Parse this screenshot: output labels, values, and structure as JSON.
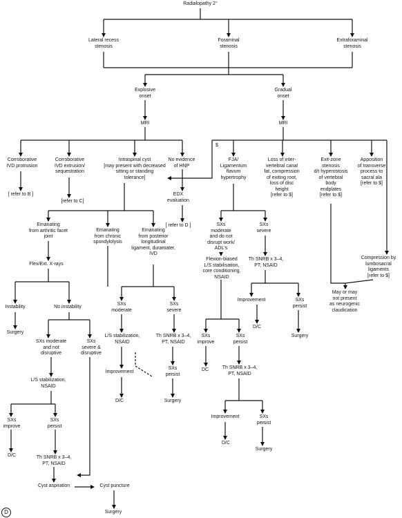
{
  "panel": "D",
  "dollar_mark": "$",
  "colors": {
    "line": "#111111",
    "background": "#ffffff"
  },
  "nodes": {
    "root": "Radialopathy 2°",
    "lateral": "Lateral recess\nstenosis",
    "foraminal": "Foraminal\nstenosis",
    "extraforaminal": "Extraforaminal\nstenosis",
    "explosive": "Explosive\nonset",
    "gradual": "Gradual\nonset",
    "mri_left": "MRI",
    "mri_right": "MRI",
    "corr_ivd_protrusion": "Corroborative\nIVD protrusion",
    "refer_b": "[ refer to B ]",
    "corr_ivd_extrusion": "Corroborative\nIVD extrusion/\nsequestration",
    "refer_c": "[refer to C]",
    "intraspinal_cyst": "Intraspinal cyst\n[may present with decreased\nsitting or standing\ntolerance]",
    "no_hnp": "No evidence\nof HNP",
    "edx": "EDX\nevaluation",
    "refer_d": "[ refer to D ]",
    "facet": "Emanating\nfrom arthritic facet\njoint",
    "spondylolysis": "Emanating\nfrom chronic\nspondylolysis",
    "posterior_lig": "Emanating\nfrom posterior\nlongitudinal\nligament, duramater,\nIVD",
    "flex_ext": "Flex/Ext. X-rays",
    "instability": "Instability",
    "surgery_instab": "Surgery",
    "no_instability": "No instability",
    "sx_mod_nd": "SXs moderate\nand not\ndisruptive",
    "sx_severe_d": "SXs\nsevere &\ndisruptive",
    "ls_stab_nsaid_a": "L/S stabilization,\nNSAID",
    "sx_improve_a": "SXs\nimprove",
    "sx_persist_a": "SXs\npersist",
    "dc_a": "D/C",
    "th_snrb_a": "Th SNRB x 3–4,\nPT, NSAID",
    "cyst_aspiration": "Cyst aspiration",
    "cyst_puncture": "Cyst puncture",
    "surgery_cyst": "Surgery",
    "sx_moderate_mid": "SXs\nmoderate",
    "sx_severe_mid": "SXs\nsevere",
    "ls_stab_nsaid_b": "L/S stabilization,\nNSAID",
    "th_snrb_b": "Th SNRB x 3–4,\nPT, NSAID",
    "improvement_b": "Improvement",
    "dc_b": "D/C",
    "sx_persist_b": "SXs\npersist",
    "surgery_b": "Surgery",
    "fja": "FJA/\nLigamentum\nflavum\nhypertrophy",
    "loss_canal": "Loss of inter-\nvertebral canal\nfat, compression\nof exiting root,\nloss of disc\nheight\n[refer to $]",
    "exit_zone": "Exit-zone\nstenosis\nd/t hyperostosis\nof vertebral\nbody\nendplates\n[refer to $]",
    "apposition": "Apposition\nof transverse\nprocess to\nsacral ala\n[refer to $]",
    "sx_mod_right": "SXs\nmoderate\nand do not\ndisrupt work/\nADL's",
    "sx_severe_right": "SXs\nsevere",
    "flexion_biased": "Flexion-biased\nL/S stabilisation,\ncore conditioning,\nNSAID",
    "th_snrb_c": "Th SNRB x 3–4,\nPT, NSAID",
    "improvement_c": "Improvement",
    "dc_c": "D/C",
    "sx_persist_c": "SXs\npersist",
    "surgery_c": "Surgery",
    "sx_improve_d": "SXs\nimprove",
    "dc_d": "DC",
    "sx_persist_d": "SXs\npersist",
    "th_snrb_d": "Th SNRB x 3–4,\nPT, NSAID",
    "improvement_e": "Improvement",
    "dc_e": "D/C",
    "sx_persist_e": "SXs\npersist",
    "surgery_e": "Surgery",
    "compression_lumbo": "Compression by\nlumbosacral\nligaments\n[refer to $]",
    "may_not_present": "May or may\nnot present\nas neurogenic\nclaudication"
  }
}
